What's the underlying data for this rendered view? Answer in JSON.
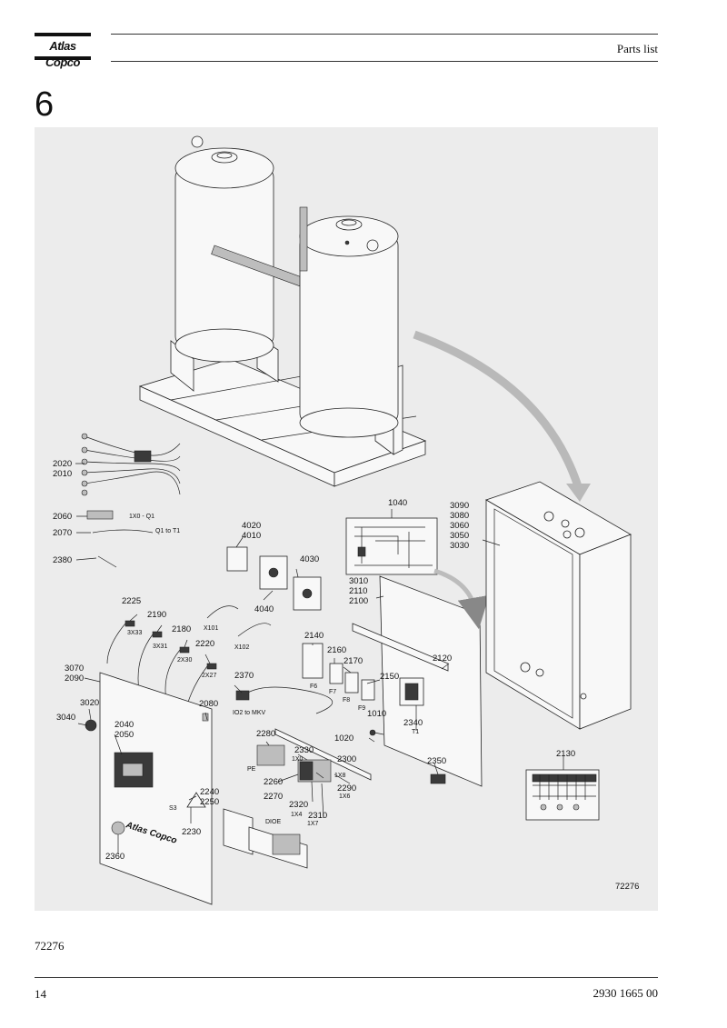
{
  "header": {
    "logo_text": "Atlas Copco",
    "title": "Parts list"
  },
  "section_number": "6",
  "figure": {
    "image_number": "72276",
    "callouts": {
      "c2020": "2020",
      "c2010": "2010",
      "c2060": "2060",
      "c2070": "2070",
      "c2380": "2380",
      "c2225": "2225",
      "c2190": "2190",
      "c2180": "2180",
      "c2220": "2220",
      "c3070": "3070",
      "c2090": "2090",
      "c3020": "3020",
      "c3040": "3040",
      "c2040": "2040",
      "c2050": "2050",
      "c2080": "2080",
      "c2240": "2240",
      "c2250": "2250",
      "c2230": "2230",
      "c2360": "2360",
      "c4020": "4020",
      "c4010": "4010",
      "c4030": "4030",
      "c4040": "4040",
      "c2370": "2370",
      "c2140": "2140",
      "c2160": "2160",
      "c2170": "2170",
      "c2150": "2150",
      "c2280": "2280",
      "c2330": "2330",
      "c2300": "2300",
      "c2260": "2260",
      "c2290": "2290",
      "c2270": "2270",
      "c2320": "2320",
      "c2310": "2310",
      "c1040": "1040",
      "c3010": "3010",
      "c2110": "2110",
      "c2100": "2100",
      "c2120": "2120",
      "c1010": "1010",
      "c1020": "1020",
      "c2340": "2340",
      "c2350": "2350",
      "c3090": "3090",
      "c3080": "3080",
      "c3060": "3060",
      "c3050": "3050",
      "c3030": "3030",
      "c2130": "2130"
    },
    "small_labels": {
      "x0_q1": "1X0 - Q1",
      "q1_t1": "Q1 to T1",
      "x101": "X101",
      "x102": "X102",
      "x33": "3X33",
      "x31": "3X31",
      "x30": "2X30",
      "x27": "2X27",
      "io2": "IO2 to MKV",
      "f6": "F6",
      "f7": "F7",
      "f8": "F8",
      "f9": "F9",
      "t1": "T1",
      "pe": "PE",
      "x0": "1X0",
      "x8": "1X8",
      "x6": "1X6",
      "x4": "1X4",
      "x7": "1X7",
      "dioe": "DIOE",
      "s3": "S3",
      "panel_logo": "Atlas Copco"
    }
  },
  "figure_caption": "72276",
  "footer": {
    "page_number": "14",
    "doc_number": "2930 1665 00"
  }
}
